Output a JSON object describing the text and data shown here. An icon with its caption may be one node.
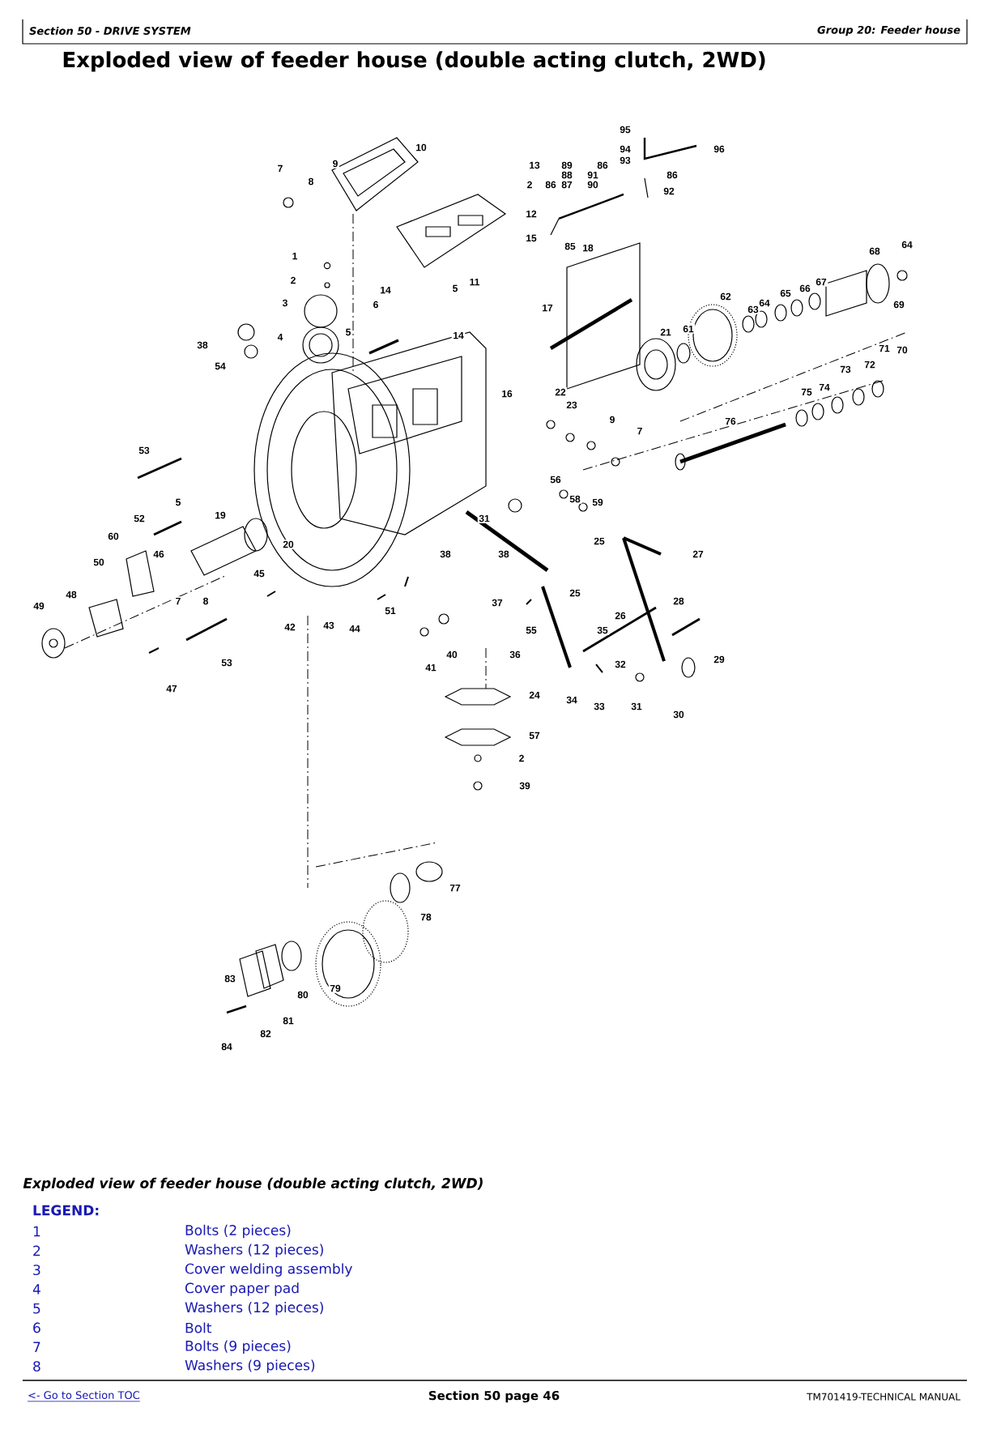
{
  "diagram": {
    "title": "Exploded view of feeder house (double acting clutch, 2WD)",
    "caption": "Exploded view of feeder house (double acting clutch, 2WD)",
    "labels": [
      "Section 50 - DRIVE SYSTEM",
      "Group 20: Feeder house",
      "95",
      "96",
      "94",
      "93",
      "13",
      "89",
      "86",
      "88",
      "91",
      "86",
      "90",
      "2",
      "86",
      "87",
      "92",
      "10",
      "7",
      "9",
      "8",
      "12",
      "15",
      "85",
      "18",
      "68",
      "64",
      "1",
      "2",
      "11",
      "5",
      "14",
      "62",
      "65",
      "66",
      "67",
      "64",
      "3",
      "6",
      "69",
      "17",
      "63",
      "61",
      "21",
      "5",
      "14",
      "4",
      "38",
      "71",
      "70",
      "54",
      "72",
      "73",
      "74",
      "75",
      "16",
      "22",
      "23",
      "9",
      "76",
      "7",
      "53",
      "56",
      "58",
      "5",
      "59",
      "19",
      "52",
      "31",
      "60",
      "25",
      "20",
      "46",
      "38",
      "38",
      "27",
      "50",
      "45",
      "48",
      "25",
      "28",
      "7",
      "8",
      "49",
      "37",
      "51",
      "26",
      "43",
      "42",
      "44",
      "35",
      "55",
      "36",
      "40",
      "29",
      "53",
      "32",
      "41",
      "47",
      "24",
      "34",
      "33",
      "31",
      "30",
      "57",
      "2",
      "39",
      "77",
      "78",
      "83",
      "79",
      "80",
      "81",
      "82",
      "84",
      "LEGEND:",
      "1",
      "Bolts (2 pieces)",
      "2",
      "Washers (12 pieces)",
      "3",
      "Cover welding assembly",
      "4",
      "Cover paper pad",
      "5",
      "Washers (12 pieces)",
      "6",
      "Bolt",
      "7",
      "Bolts (9 pieces)",
      "8",
      "Washers (9 pieces)",
      "<- Go to Section TOC",
      "Section 50 page 46",
      "TM701419-TECHNICAL MANUAL"
    ]
  }
}
